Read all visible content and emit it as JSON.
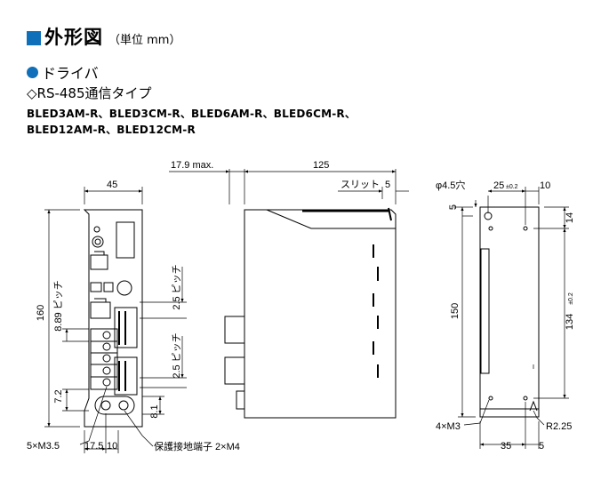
{
  "header": {
    "title": "外形図",
    "unit": "（単位 mm）"
  },
  "section": {
    "driver_label": "ドライバ",
    "type_label": "◇RS-485通信タイプ",
    "models_line1": "BLED3AM-R、BLED3CM-R、BLED6AM-R、BLED6CM-R、",
    "models_line2": "BLED12AM-R、BLED12CM-R"
  },
  "front_view": {
    "width_dim": "45",
    "height_dim": "160",
    "pitch_889": "8.89 ピッチ",
    "dim_72": "7.2",
    "pitch_25_top": "2.5 ピッチ",
    "pitch_25_bottom": "2.5 ピッチ",
    "dim_81": "8.1",
    "screw_label": "5×M3.5",
    "dim_175": "17.5",
    "dim_10": "10",
    "ground_label": "保護接地端子 2×M4"
  },
  "side_view": {
    "max_dim": "17.9 max.",
    "depth_dim": "125",
    "slit_label": "スリット",
    "slit_dim": "5"
  },
  "back_view": {
    "hole_label": "φ4.5穴",
    "dim_25": "25",
    "tol_25": "±0.2",
    "dim_10": "10",
    "dim_5": "5",
    "dim_14": "14",
    "dim_150": "150",
    "dim_134": "134",
    "tol_134": "±0.2",
    "m3_label": "4×M3",
    "r_label": "R2.25",
    "dim_35": "35",
    "dim_5b": "5"
  },
  "colors": {
    "accent": "#0f6fb8",
    "line": "#000000",
    "panel_fill": "#ffffff",
    "dark_part": "#555555"
  }
}
